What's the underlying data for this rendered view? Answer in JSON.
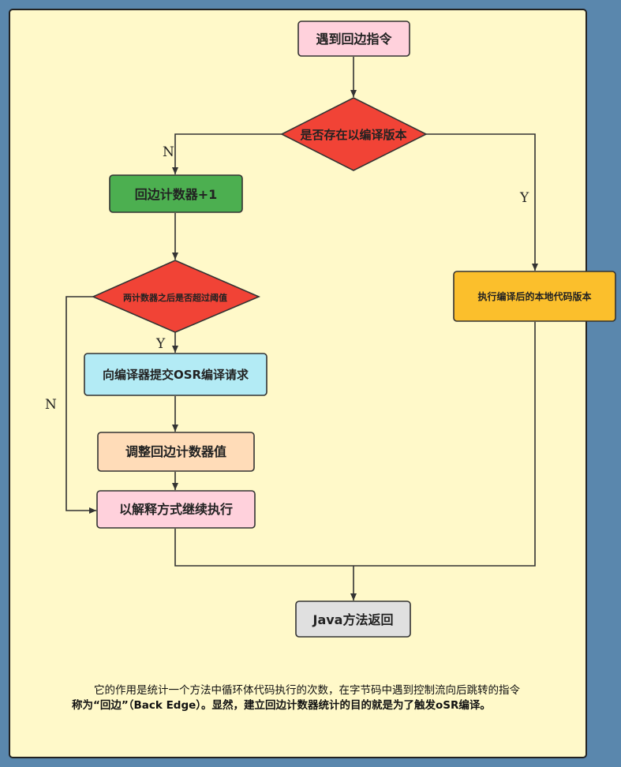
{
  "nodes": {
    "start": "遇到回边指令",
    "check_compiled": "是否存在以编译版本",
    "increment_counter": "回边计数器+1",
    "check_threshold": "两计数器之后是否超过阈值",
    "submit_osr": "向编译器提交OSR编译请求",
    "adjust_counter": "调整回边计数器值",
    "continue_interpret": "以解释方式继续执行",
    "execute_native": "执行编译后的本地代码版本",
    "return": "Java方法返回"
  },
  "edges": {
    "compiled_no": "N",
    "compiled_yes": "Y",
    "threshold_yes": "Y",
    "threshold_no": "N"
  },
  "caption": {
    "line1": "它的作用是统计一个方法中循环体代码执行的次数，在字节码中遇到控制流向后跳转的指令",
    "line2": "称为“回边”（Back Edge）。显然，建立回边计数器统计的目的就是为了触发oSR编译。"
  },
  "colors": {
    "background": "#5a87ad",
    "paper": "#fff9c9",
    "pink": "#ffd1dc",
    "red": "#f14336",
    "green": "#4caf50",
    "cyan": "#b3ebf5",
    "peach": "#ffdcb8",
    "orange": "#fbbf2c",
    "gray": "#e0e0e0"
  }
}
